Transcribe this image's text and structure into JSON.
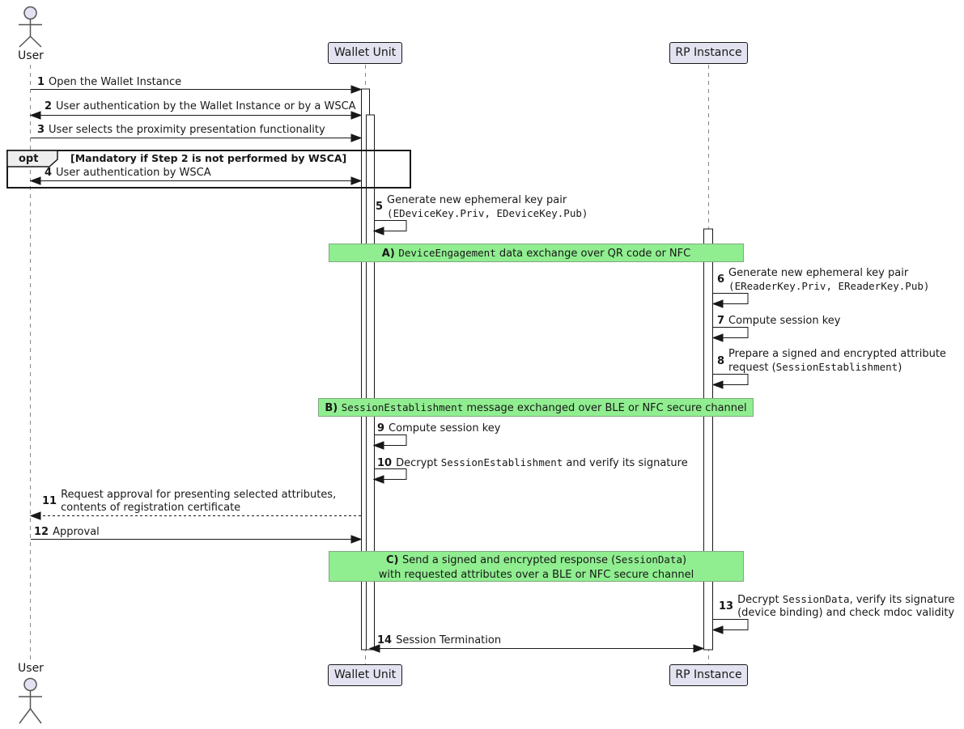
{
  "participants": {
    "user": "User",
    "wallet": "Wallet Unit",
    "rp": "RP Instance"
  },
  "fragment": {
    "keyword": "opt",
    "guard": "[Mandatory if Step 2 is not performed by WSCA]"
  },
  "dividers": {
    "a": {
      "prefix": "A) ",
      "mono": "DeviceEngagement",
      "rest": " data exchange over QR code or NFC"
    },
    "b": {
      "prefix": "B) ",
      "mono": "SessionEstablishment",
      "rest": " message exchanged over BLE or NFC secure channel"
    },
    "c": {
      "prefix": "C) ",
      "line1_pre": "Send a signed and encrypted response (",
      "line1_mono": "SessionData",
      "line1_post": ")",
      "line2": "with requested attributes over a BLE or NFC secure channel"
    }
  },
  "messages": {
    "m1": {
      "num": "1",
      "text": "Open the Wallet Instance"
    },
    "m2": {
      "num": "2",
      "text": "User authentication by the Wallet Instance or by a WSCA"
    },
    "m3": {
      "num": "3",
      "text": "User selects the proximity presentation functionality"
    },
    "m4": {
      "num": "4",
      "text": "User authentication by WSCA"
    },
    "m5": {
      "num": "5",
      "line1": "Generate new ephemeral key pair",
      "line2": "(EDeviceKey.Priv, EDeviceKey.Pub)"
    },
    "m6": {
      "num": "6",
      "line1": "Generate new ephemeral key pair",
      "line2": "(EReaderKey.Priv, EReaderKey.Pub)"
    },
    "m7": {
      "num": "7",
      "text": "Compute session key"
    },
    "m8": {
      "num": "8",
      "line1": "Prepare a signed and encrypted attribute",
      "line2_pre": "request (",
      "line2_mono": "SessionEstablishment",
      "line2_post": ")"
    },
    "m9": {
      "num": "9",
      "text": "Compute session key"
    },
    "m10": {
      "num": "10",
      "pre": "Decrypt ",
      "mono": "SessionEstablishment",
      "post": " and verify its signature"
    },
    "m11": {
      "num": "11",
      "line1": "Request approval for presenting selected attributes,",
      "line2": "contents of registration certificate"
    },
    "m12": {
      "num": "12",
      "text": "Approval"
    },
    "m13": {
      "num": "13",
      "line1_pre": "Decrypt ",
      "line1_mono": "SessionData",
      "line1_post": ", verify its signature",
      "line2": "(device binding) and check mdoc validity"
    },
    "m14": {
      "num": "14",
      "text": "Session Termination"
    }
  },
  "colors": {
    "divider_fill": "#90EE90",
    "divider_border": "#7FA97F",
    "participant_fill": "#E2E2F0",
    "participant_border": "#181818",
    "line": "#181818",
    "lifeline": "#888888",
    "fragment_header_fill": "#EEEEEE",
    "actor_head_fill": "#E2E2F0"
  }
}
